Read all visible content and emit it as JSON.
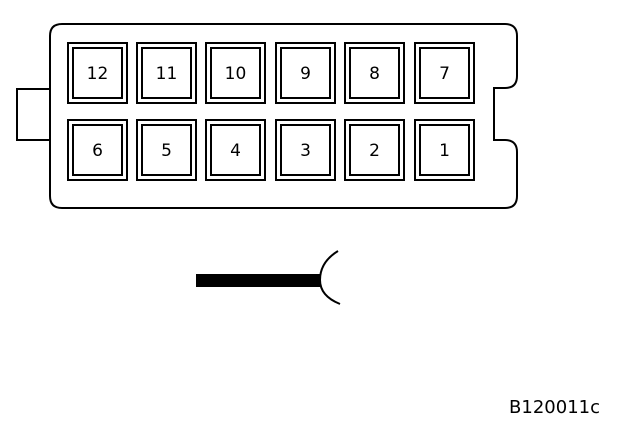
{
  "connector": {
    "top_row": [
      "12",
      "11",
      "10",
      "9",
      "8",
      "7"
    ],
    "bottom_row": [
      "6",
      "5",
      "4",
      "3",
      "2",
      "1"
    ]
  },
  "drawing_code": "B120011c",
  "colors": {
    "line": "#000000",
    "background": "#ffffff"
  }
}
